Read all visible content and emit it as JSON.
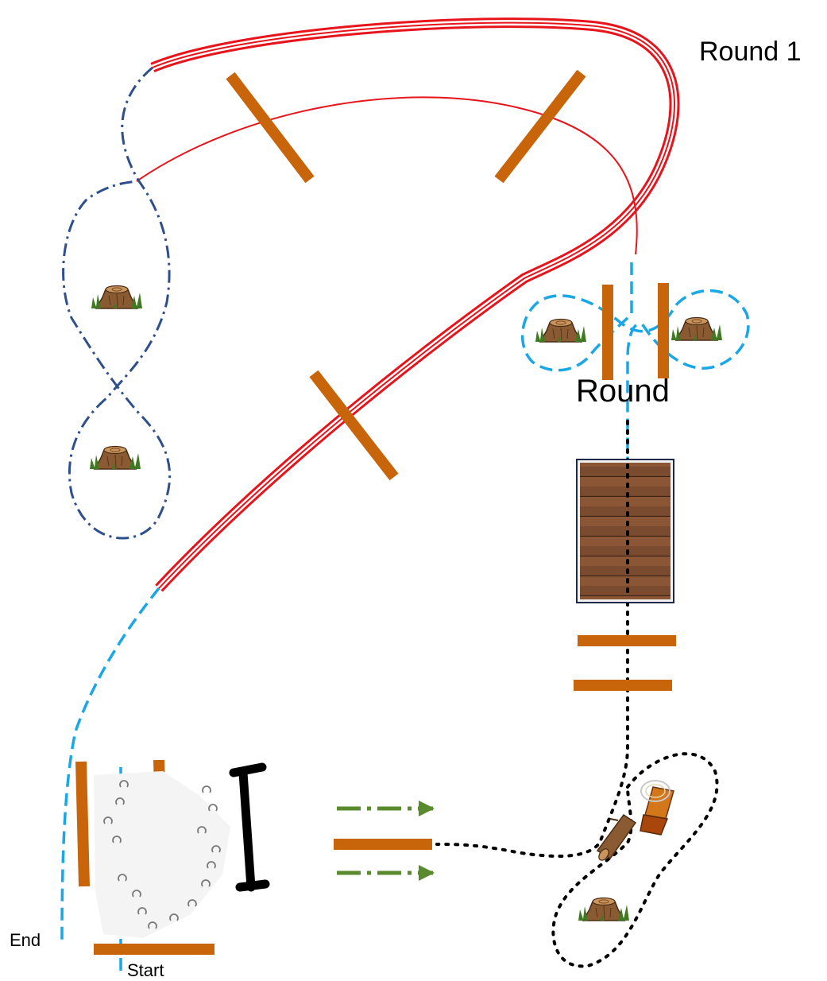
{
  "labels": {
    "round_title": "Round 1",
    "round_mid": "Round",
    "start": "Start",
    "end": "End"
  },
  "colors": {
    "pole": "#c8650a",
    "red_path": "#e8141c",
    "dark_blue_path": "#2e4f8c",
    "light_blue_path": "#1aa7e6",
    "green_arrow": "#5a8a2e",
    "black_path": "#000000",
    "bridge_wood": "#7a4b2e",
    "stump": "#8a5a32",
    "grass": "#3f7a22"
  },
  "icons": [
    "tree-stump-icon",
    "wooden-bridge-icon",
    "log-icon",
    "bucket-icon",
    "horseshoe-icon",
    "mounting-block-icon",
    "direction-arrow-icon"
  ]
}
